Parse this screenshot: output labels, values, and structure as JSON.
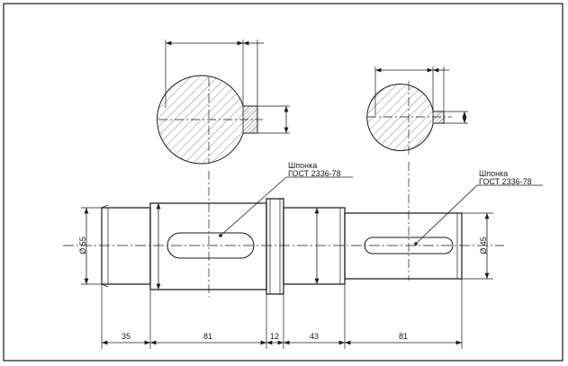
{
  "drawing": {
    "key_label_1": {
      "line1": "Шпонка",
      "line2": "ГОСТ 2336-78"
    },
    "key_label_2": {
      "line1": "Шпонка",
      "line2": "ГОСТ 2336-78"
    },
    "diameter_left": "Ø 55",
    "diameter_right": "Ø 45",
    "lengths": [
      "35",
      "81",
      "12",
      "43",
      "81"
    ]
  },
  "colors": {
    "line": "#1a1a1a",
    "hatch": "#555555",
    "background": "#ffffff"
  }
}
